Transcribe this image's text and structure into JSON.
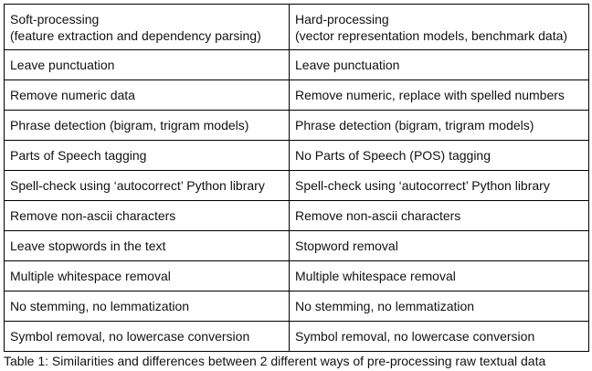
{
  "table": {
    "headers": [
      {
        "title": "Soft-processing",
        "subtitle": "(feature extraction and dependency parsing)"
      },
      {
        "title": "Hard-processing",
        "subtitle": "(vector representation models, benchmark data)"
      }
    ],
    "rows": [
      [
        "Leave punctuation",
        "Leave punctuation"
      ],
      [
        "Remove numeric data",
        "Remove numeric, replace with spelled numbers"
      ],
      [
        "Phrase detection (bigram, trigram models)",
        "Phrase detection (bigram, trigram models)"
      ],
      [
        "Parts of Speech tagging",
        "No Parts of Speech (POS) tagging"
      ],
      [
        "Spell-check using ‘autocorrect’ Python library",
        "Spell-check using ‘autocorrect’ Python library"
      ],
      [
        "Remove non-ascii characters",
        "Remove non-ascii characters"
      ],
      [
        "Leave stopwords in the text",
        "Stopword removal"
      ],
      [
        "Multiple whitespace removal",
        "Multiple whitespace removal"
      ],
      [
        "No stemming, no lemmatization",
        "No stemming, no lemmatization"
      ],
      [
        "Symbol removal, no lowercase conversion",
        "Symbol removal, no lowercase conversion"
      ]
    ]
  },
  "caption": "Table 1: Similarities and differences between 2 different ways of pre-processing raw textual data"
}
